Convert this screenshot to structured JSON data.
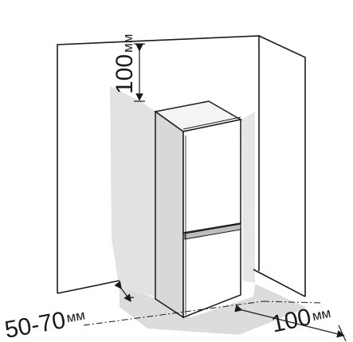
{
  "labels": {
    "top_value": "100",
    "top_unit": "мм",
    "left_value": "50-70",
    "left_unit": "мм",
    "right_value": "100",
    "right_unit": "мм"
  },
  "colors": {
    "line": "#1a1a1a",
    "shadow": "#d9d9d9",
    "fridge_body": "#ffffff"
  }
}
